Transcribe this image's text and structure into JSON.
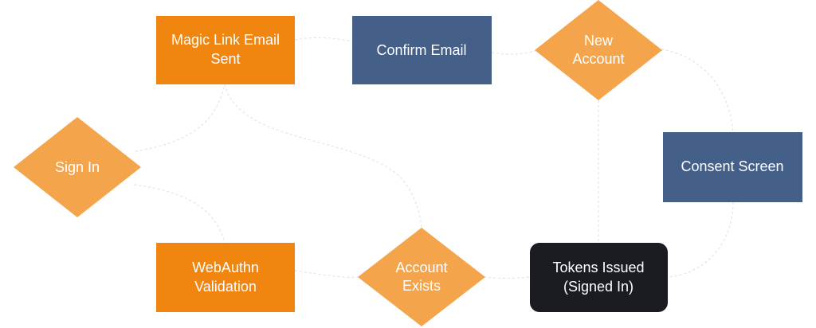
{
  "colors": {
    "orange": "#f0850f",
    "diamond_orange": "#f4a54c",
    "blue": "#445f88",
    "dark": "#1a1c22",
    "text": "#ffffff",
    "connector": "#e4e4e4"
  },
  "nodes": {
    "magic_link_email_sent": {
      "line1": "Magic Link Email",
      "line2": "Sent"
    },
    "confirm_email": {
      "line1": "Confirm Email"
    },
    "new_account": {
      "line1": "New",
      "line2": "Account"
    },
    "sign_in": {
      "line1": "Sign In"
    },
    "consent_screen": {
      "line1": "Consent Screen"
    },
    "webauthn_validation": {
      "line1": "WebAuthn",
      "line2": "Validation"
    },
    "account_exists": {
      "line1": "Account",
      "line2": "Exists"
    },
    "tokens_issued": {
      "line1": "Tokens Issued",
      "line2": "(Signed In)"
    }
  }
}
